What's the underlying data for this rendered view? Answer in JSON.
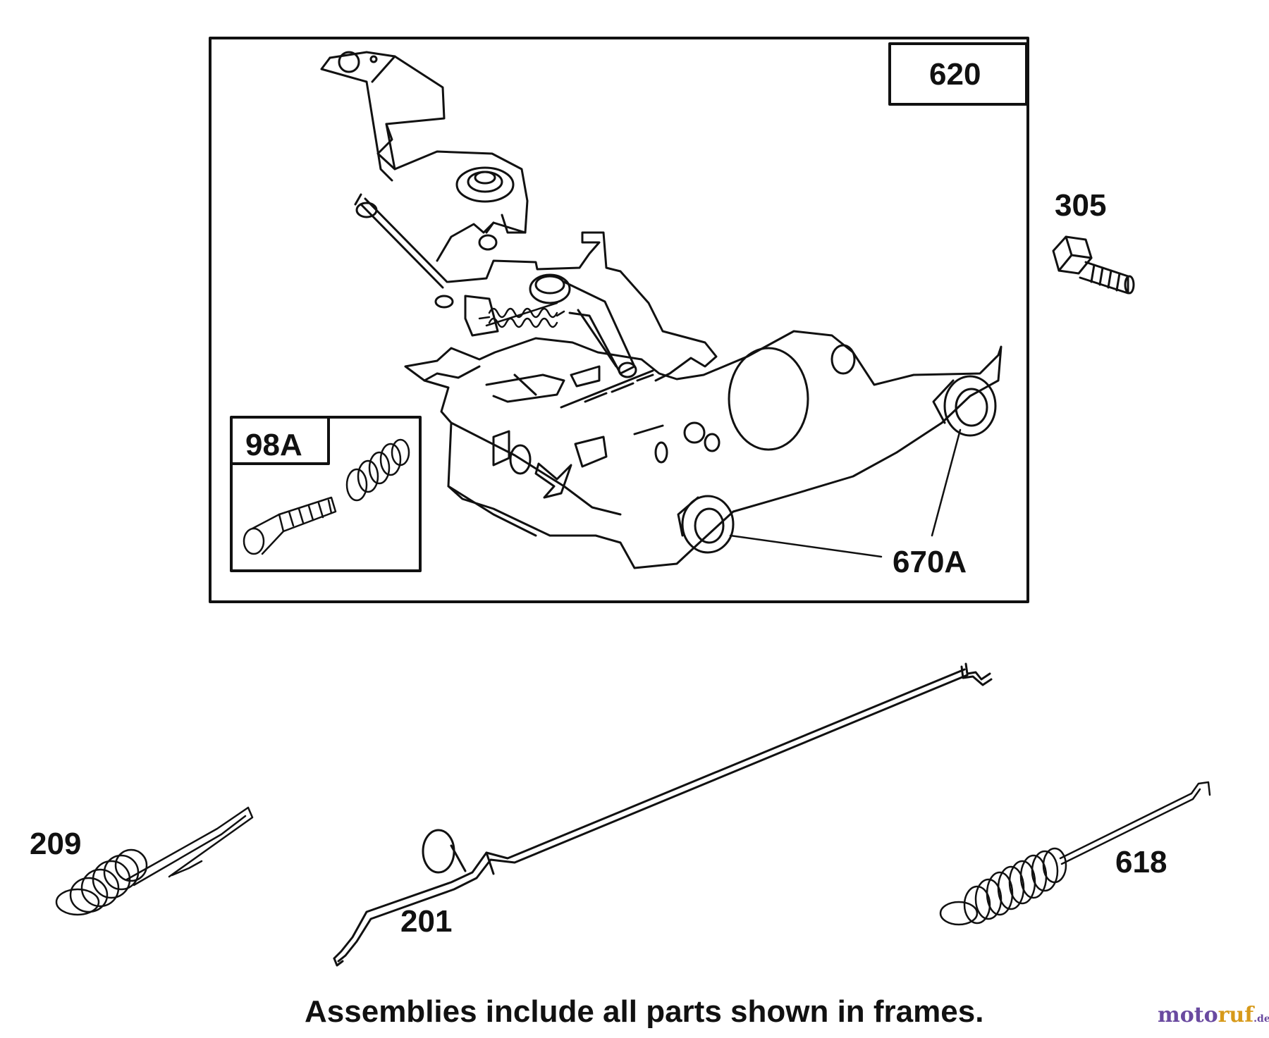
{
  "diagram": {
    "frames": [
      {
        "id": "main-assembly",
        "label": "620"
      },
      {
        "id": "sub-assembly",
        "label": "98A"
      }
    ],
    "parts": [
      {
        "id": "bolt",
        "label": "305"
      },
      {
        "id": "washers",
        "label": "670A"
      },
      {
        "id": "governor-spring",
        "label": "209"
      },
      {
        "id": "throttle-link",
        "label": "201"
      },
      {
        "id": "extension-spring",
        "label": "618"
      }
    ],
    "caption": "Assemblies include all parts shown in frames."
  },
  "watermark": {
    "part_a": "moto",
    "part_b": "ruf",
    "part_c": ".de",
    "colors": {
      "primary": "#6a4aa0",
      "accent": "#d79a1a"
    }
  }
}
